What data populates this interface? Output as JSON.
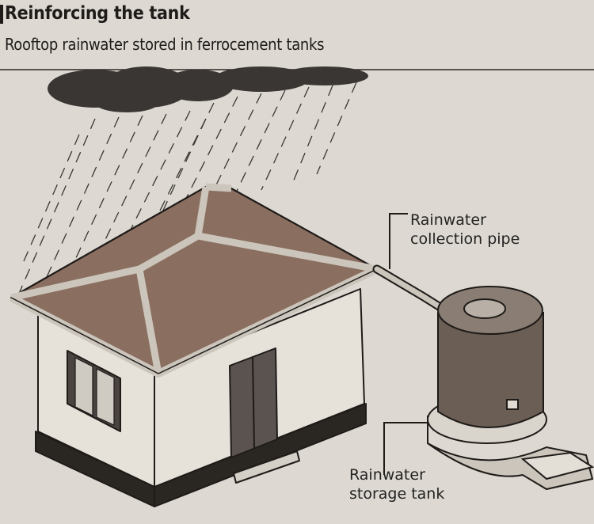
{
  "title": "Reinforcing the tank",
  "subtitle": "Rooftop rainwater stored in ferrocement tanks",
  "labels": {
    "pipe_line1": "Rainwater",
    "pipe_line2": "collection pipe",
    "tank_line1": "Rainwater",
    "tank_line2": "storage tank"
  },
  "colors": {
    "background": "#ddd9d2",
    "roof": "#8a6e5f",
    "tank": "#6b5e55",
    "wall": "#e6e2da",
    "ink": "#1e1b19"
  }
}
